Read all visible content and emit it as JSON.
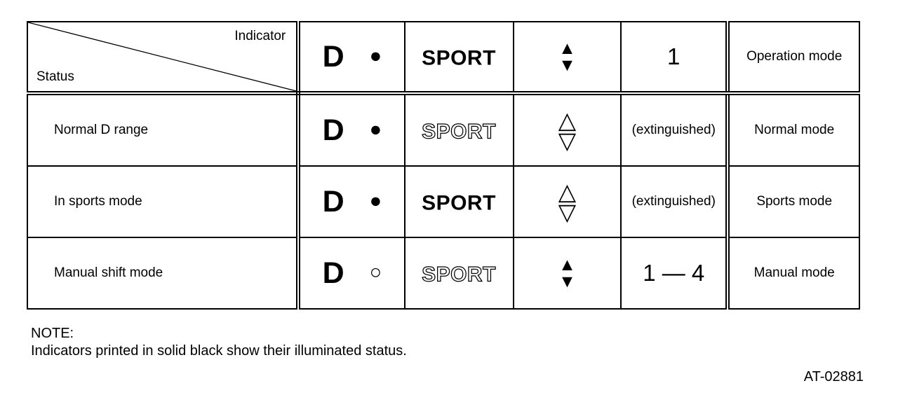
{
  "table": {
    "corner": {
      "indicator": "Indicator",
      "status": "Status"
    },
    "header": {
      "d_letter": "D",
      "d_circle": "●",
      "sport": "SPORT",
      "arrow_up": "▲",
      "arrow_down": "▼",
      "gear_position": "1",
      "operation_mode": "Operation mode"
    },
    "rows": [
      {
        "status": "Normal D range",
        "d_letter": "D",
        "d_circle": "●",
        "d_circle_lit": true,
        "sport": "SPORT",
        "sport_lit": false,
        "arrow_up": "△",
        "arrow_down": "▽",
        "arrows_lit": false,
        "gear_position": "(extinguished)",
        "mode": "Normal mode"
      },
      {
        "status": "In sports mode",
        "d_letter": "D",
        "d_circle": "●",
        "d_circle_lit": true,
        "sport": "SPORT",
        "sport_lit": true,
        "arrow_up": "△",
        "arrow_down": "▽",
        "arrows_lit": false,
        "gear_position": "(extinguished)",
        "mode": "Sports mode"
      },
      {
        "status": "Manual shift mode",
        "d_letter": "D",
        "d_circle": "○",
        "d_circle_lit": false,
        "sport": "SPORT",
        "sport_lit": false,
        "arrow_up": "▲",
        "arrow_down": "▼",
        "arrows_lit": true,
        "gear_position": "1 — 4",
        "mode": "Manual mode"
      }
    ]
  },
  "note": {
    "label": "NOTE:",
    "text": "Indicators printed in solid black show their illuminated status."
  },
  "figure_code": "AT-02881",
  "colors": {
    "ink": "#000000",
    "paper": "#ffffff"
  }
}
